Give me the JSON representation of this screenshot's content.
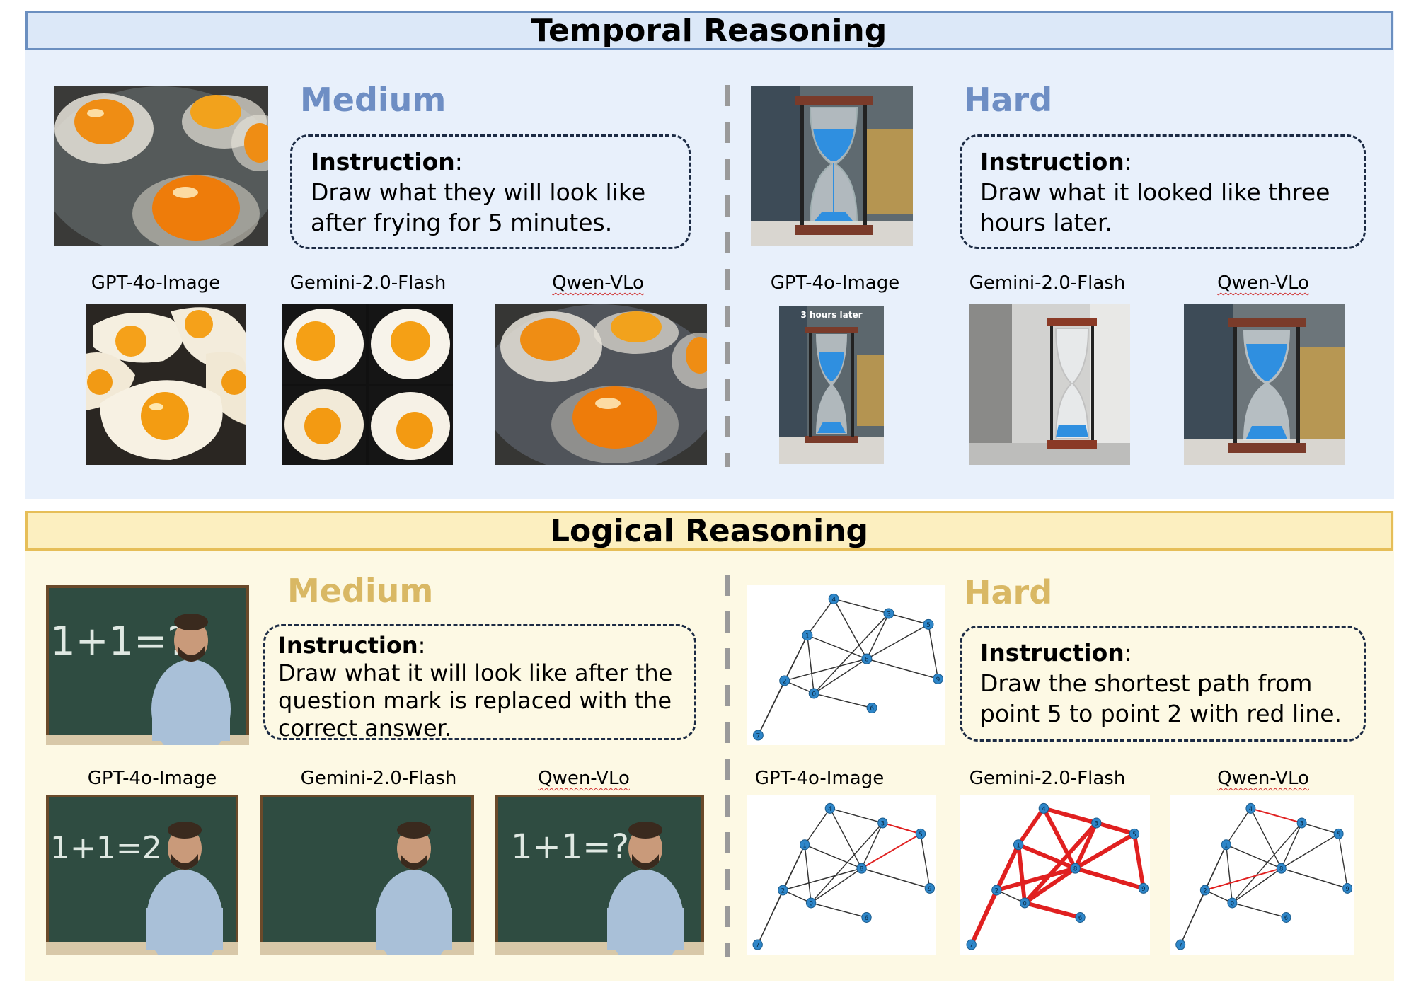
{
  "temporal": {
    "title": "Temporal Reasoning",
    "medium": {
      "level": "Medium",
      "instruction_label": "Instruction",
      "instruction_text": "Draw what they will look like after frying for 5 minutes.",
      "outputs": [
        {
          "model": "GPT-4o-Image"
        },
        {
          "model": "Gemini-2.0-Flash"
        },
        {
          "model": "Qwen-VLo"
        }
      ]
    },
    "hard": {
      "level": "Hard",
      "instruction_label": "Instruction",
      "instruction_text": "Draw what it looked like three hours later.",
      "outputs": [
        {
          "model": "GPT-4o-Image",
          "overlay": "3 hours later"
        },
        {
          "model": "Gemini-2.0-Flash"
        },
        {
          "model": "Qwen-VLo"
        }
      ]
    }
  },
  "logical": {
    "title": "Logical Reasoning",
    "medium": {
      "level": "Medium",
      "instruction_label": "Instruction",
      "instruction_text": "Draw what it will look like after the question mark is replaced with the correct answer.",
      "board_input": "1+1=?",
      "outputs": [
        {
          "model": "GPT-4o-Image",
          "board": "1+1=2"
        },
        {
          "model": "Gemini-2.0-Flash",
          "board": ""
        },
        {
          "model": "Qwen-VLo",
          "board": "1+1=?"
        }
      ]
    },
    "hard": {
      "level": "Hard",
      "instruction_label": "Instruction",
      "instruction_text": "Draw the shortest path from point 5 to point 2 with red line.",
      "graph": {
        "nodes": [
          "0",
          "1",
          "2",
          "3",
          "4",
          "5",
          "6",
          "7",
          "8",
          "9"
        ],
        "edges": [
          [
            "4",
            "1"
          ],
          [
            "4",
            "3"
          ],
          [
            "4",
            "8"
          ],
          [
            "3",
            "5"
          ],
          [
            "3",
            "8"
          ],
          [
            "3",
            "0"
          ],
          [
            "5",
            "8"
          ],
          [
            "5",
            "9"
          ],
          [
            "1",
            "8"
          ],
          [
            "1",
            "2"
          ],
          [
            "1",
            "0"
          ],
          [
            "8",
            "0"
          ],
          [
            "8",
            "9"
          ],
          [
            "8",
            "2"
          ],
          [
            "2",
            "7"
          ],
          [
            "2",
            "0"
          ],
          [
            "0",
            "6"
          ],
          [
            "7",
            "1"
          ]
        ]
      },
      "outputs": [
        {
          "model": "GPT-4o-Image",
          "red_edges": [
            [
              "3",
              "5"
            ],
            [
              "5",
              "8"
            ]
          ]
        },
        {
          "model": "Gemini-2.0-Flash",
          "red_edges": [
            [
              "4",
              "1"
            ],
            [
              "4",
              "3"
            ],
            [
              "4",
              "8"
            ],
            [
              "3",
              "5"
            ],
            [
              "3",
              "8"
            ],
            [
              "5",
              "8"
            ],
            [
              "5",
              "9"
            ],
            [
              "1",
              "8"
            ],
            [
              "1",
              "2"
            ],
            [
              "1",
              "0"
            ],
            [
              "8",
              "0"
            ],
            [
              "8",
              "9"
            ],
            [
              "8",
              "2"
            ],
            [
              "2",
              "7"
            ],
            [
              "0",
              "6"
            ],
            [
              "7",
              "1"
            ],
            [
              "3",
              "0"
            ]
          ]
        },
        {
          "model": "Qwen-VLo",
          "red_edges": [
            [
              "4",
              "3"
            ],
            [
              "8",
              "2"
            ]
          ]
        }
      ]
    }
  },
  "colors": {
    "temporal_border": "#6b8fc0",
    "logical_border": "#e6be58",
    "medium_blue": "#6e8ec4",
    "medium_gold": "#d9b864",
    "node_blue": "#2e86c9",
    "path_red": "#e02020"
  }
}
